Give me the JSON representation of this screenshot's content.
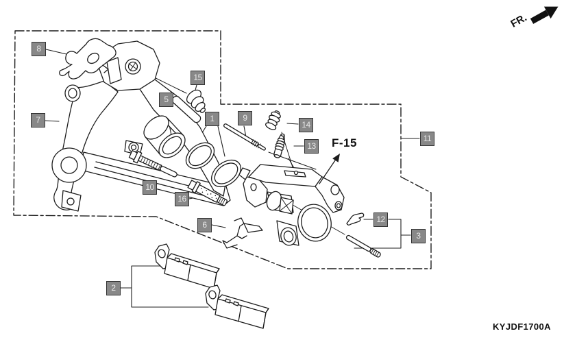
{
  "diagram": {
    "front_marker": "FR.",
    "view_reference": "F-15",
    "diagram_code": "KYJDF1700A",
    "part_labels": [
      "1",
      "2",
      "3",
      "5",
      "6",
      "7",
      "8",
      "9",
      "10",
      "11",
      "12",
      "13",
      "14",
      "15",
      "16"
    ]
  }
}
